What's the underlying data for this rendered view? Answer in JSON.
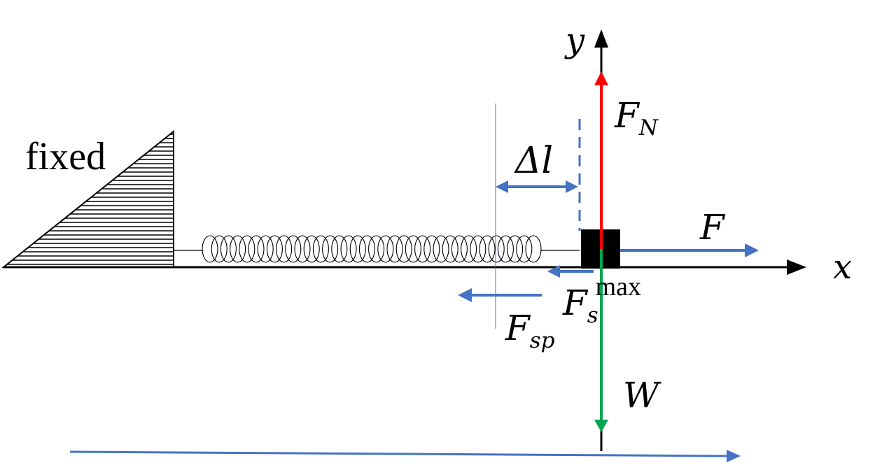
{
  "labels": {
    "fixed": "fixed",
    "y_axis": "y",
    "x_axis": "x",
    "normal_force": {
      "base": "F",
      "sub": "N"
    },
    "delta_l": "Δl",
    "applied_force": "F",
    "static_friction": {
      "base": "F",
      "sub": "s",
      "sup": "max"
    },
    "spring_force": {
      "base": "F",
      "sub": "sp"
    },
    "weight": "W"
  },
  "colors": {
    "normal_force": "#ff0000",
    "weight": "#00a651",
    "force_arrows": "#4472c4",
    "axes": "#000000",
    "block": "#000000"
  }
}
